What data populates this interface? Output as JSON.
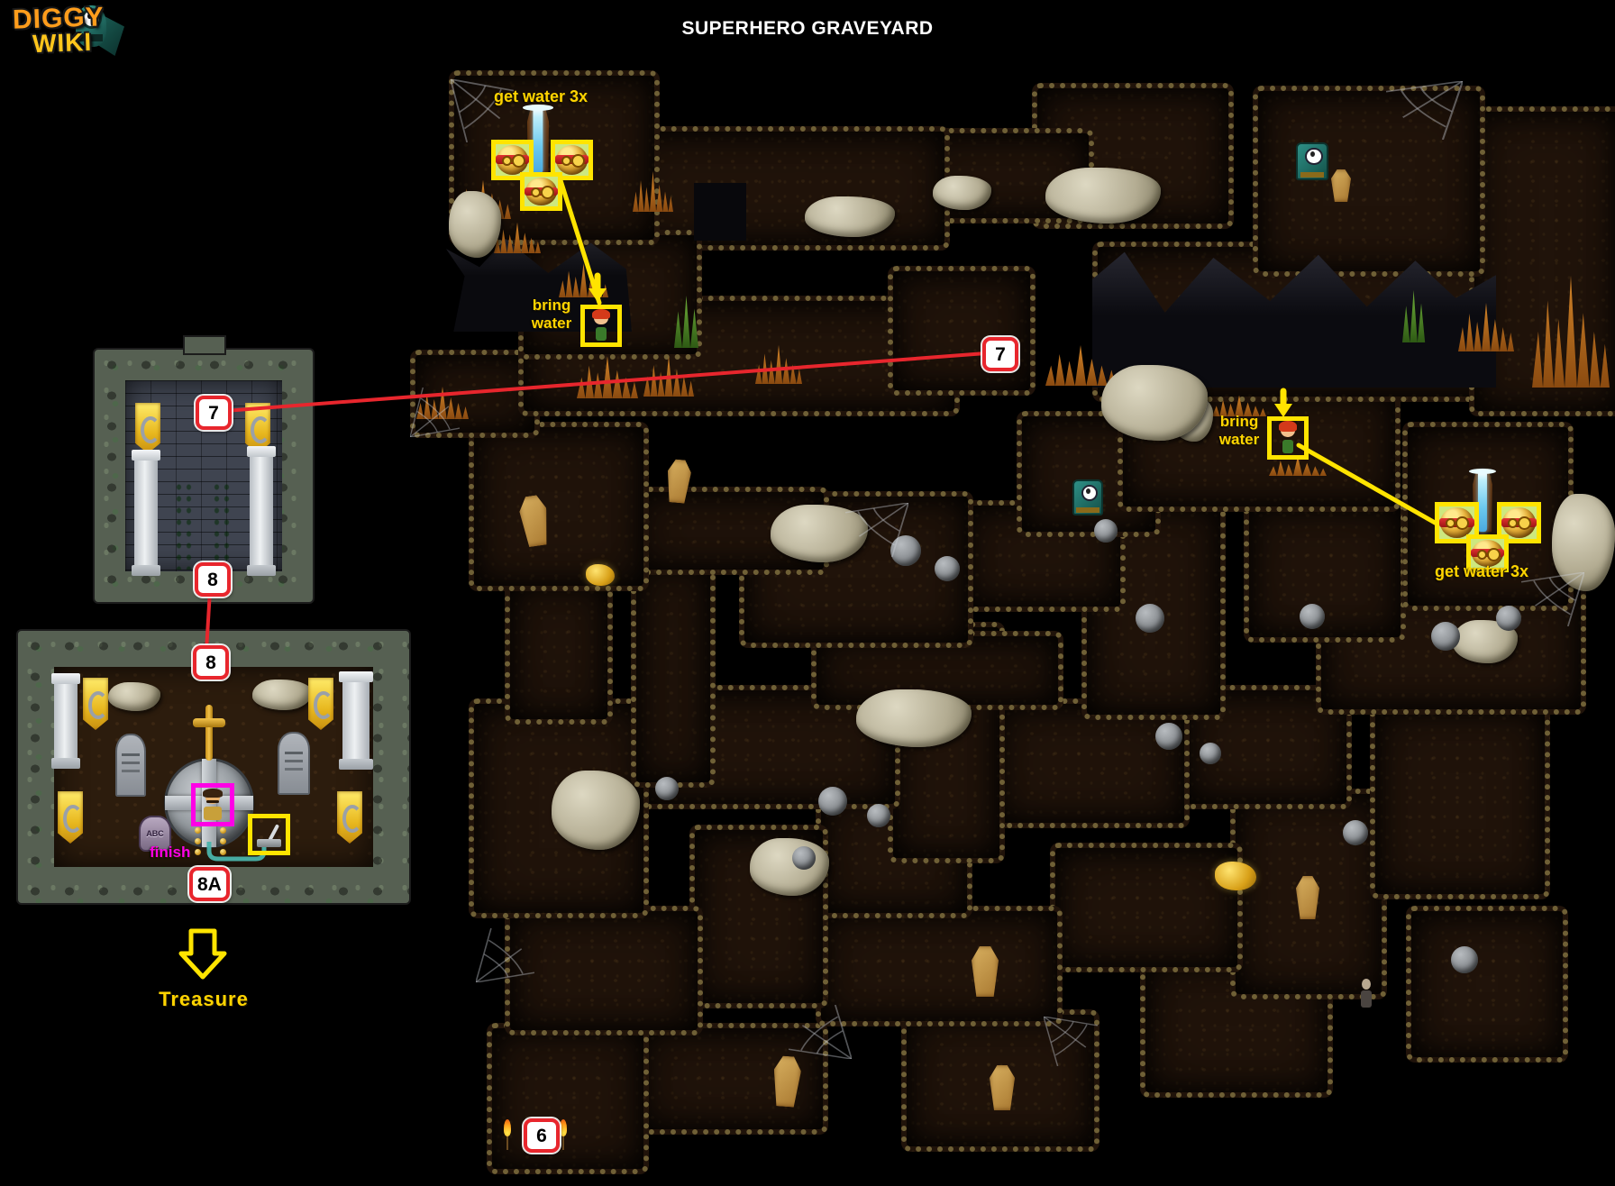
{
  "logo": {
    "line1": "DIGGY",
    "line2": "WIKI"
  },
  "title": "SUPERHERO GRAVEYARD",
  "map_annotations": {
    "get_water_left": "get water 3x",
    "get_water_right": "get water 3x",
    "bring_water_left_line1": "bring",
    "bring_water_left_line2": "water",
    "bring_water_right_line1": "bring",
    "bring_water_right_line2": "water",
    "finish": "finish",
    "treasure": "Treasure",
    "abc_gravestone": "ABC"
  },
  "markers": {
    "room_small_top": "7",
    "map_center": "7",
    "room_small_bottom": "8",
    "room_large_top": "8",
    "room_large_bottom": "8A",
    "map_bottom": "6"
  },
  "colors": {
    "annotation_yellow": "#ffd400",
    "highlight_yellow": "#ffe400",
    "highlight_fill": "#cde87f",
    "marker_red": "#e8262d",
    "path_red": "#e8262d",
    "finish_magenta": "#ff00e6",
    "wire_teal": "#4ab3ab",
    "logo_orange": "#ff9d1c",
    "logo_yellow": "#ffc61c",
    "title_white": "#ffffff"
  }
}
